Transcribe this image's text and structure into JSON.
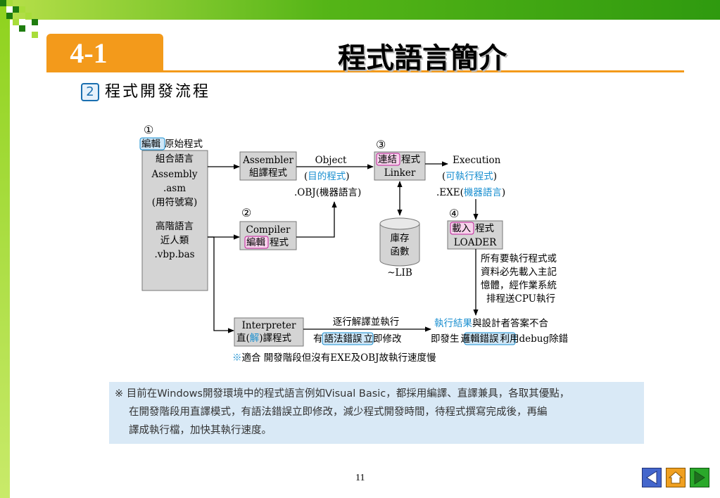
{
  "slide": {
    "section_number": "4-1",
    "title": "程式語言簡介",
    "subheading_number": "2",
    "subheading": "程式開發流程",
    "page_number": "11"
  },
  "diagram": {
    "step1_number": "①",
    "step1_hl": "編輯",
    "step1_rest": "原始程式",
    "source_lines": [
      "組合語言",
      "Assembly",
      ".asm",
      "(用符號寫)"
    ],
    "hll_lines": [
      "高階語言",
      "近人類",
      ".vbp.bas"
    ],
    "assembler_line1": "Assembler",
    "assembler_line2": "組譯程式",
    "step2_number": "②",
    "compiler_line1": "Compiler",
    "compiler_hl": "編輯",
    "compiler_rest": "程式",
    "object_label": "Object",
    "object_cn_open": "(",
    "object_cn": "目的程式",
    "object_cn_close": ")",
    "obj_label": ".OBJ(機器語言)",
    "step3_number": "③",
    "linker_hl": "連結",
    "linker_rest": "程式",
    "linker_line2": "Linker",
    "execution_label": "Execution",
    "exec_cn_open": "(",
    "exec_cn": "可執行程式",
    "exec_cn_close": ")",
    "exe_prefix": ".EXE(",
    "exe_hl": "機器語言",
    "exe_suffix": ")",
    "lib_line1": "庫存",
    "lib_line2": "函數",
    "lib_label": "~LIB",
    "step4_number": "④",
    "loader_hl": "載入",
    "loader_rest": "程式",
    "loader_line2": "LOADER",
    "loader_desc": [
      "所有要執行程式或",
      "資料必先載入主記",
      "憶體，經作業系統",
      "排程送CPU執行"
    ],
    "interp_line1": "Interpreter",
    "interp_pre": "直(",
    "interp_hl": "解",
    "interp_post": ")譯程式",
    "interp_desc1": "逐行解譯並執行",
    "interp_desc2_pre": "有",
    "interp_desc2_hl": "語法錯誤",
    "interp_desc2_post": "立即修改",
    "result_hl": "執行結果",
    "result_rest": "與設計者答案不合",
    "debug_pre": "即發生",
    "debug_hl": "邏輯錯誤",
    "debug_post": "利用debug除錯",
    "footnote_mark": "※",
    "footnote_text": "適合 開發階段但沒有EXE及OBJ故執行速度慢"
  },
  "note": {
    "lines": [
      "※ 目前在Windows開發環境中的程式語言例如Visual Basic，都採用編譯、直譯兼具，各取其優點，",
      "在開發階段用直譯模式，有語法錯誤立即修改，減少程式開發時間，待程式撰寫完成後，再編",
      "譯成執行檔，加快其執行速度。"
    ]
  },
  "colors": {
    "accent_orange": "#f39a1b",
    "highlight_magenta": "#c0209a",
    "highlight_blue": "#1a8fd0",
    "note_background": "#d9e9f6",
    "nav_blue": "#4466cc",
    "nav_orange": "#f0a020",
    "nav_green": "#2aa82a"
  },
  "nav": {
    "prev_icon": "triangle-left-icon",
    "home_icon": "home-icon",
    "next_icon": "triangle-right-icon"
  }
}
